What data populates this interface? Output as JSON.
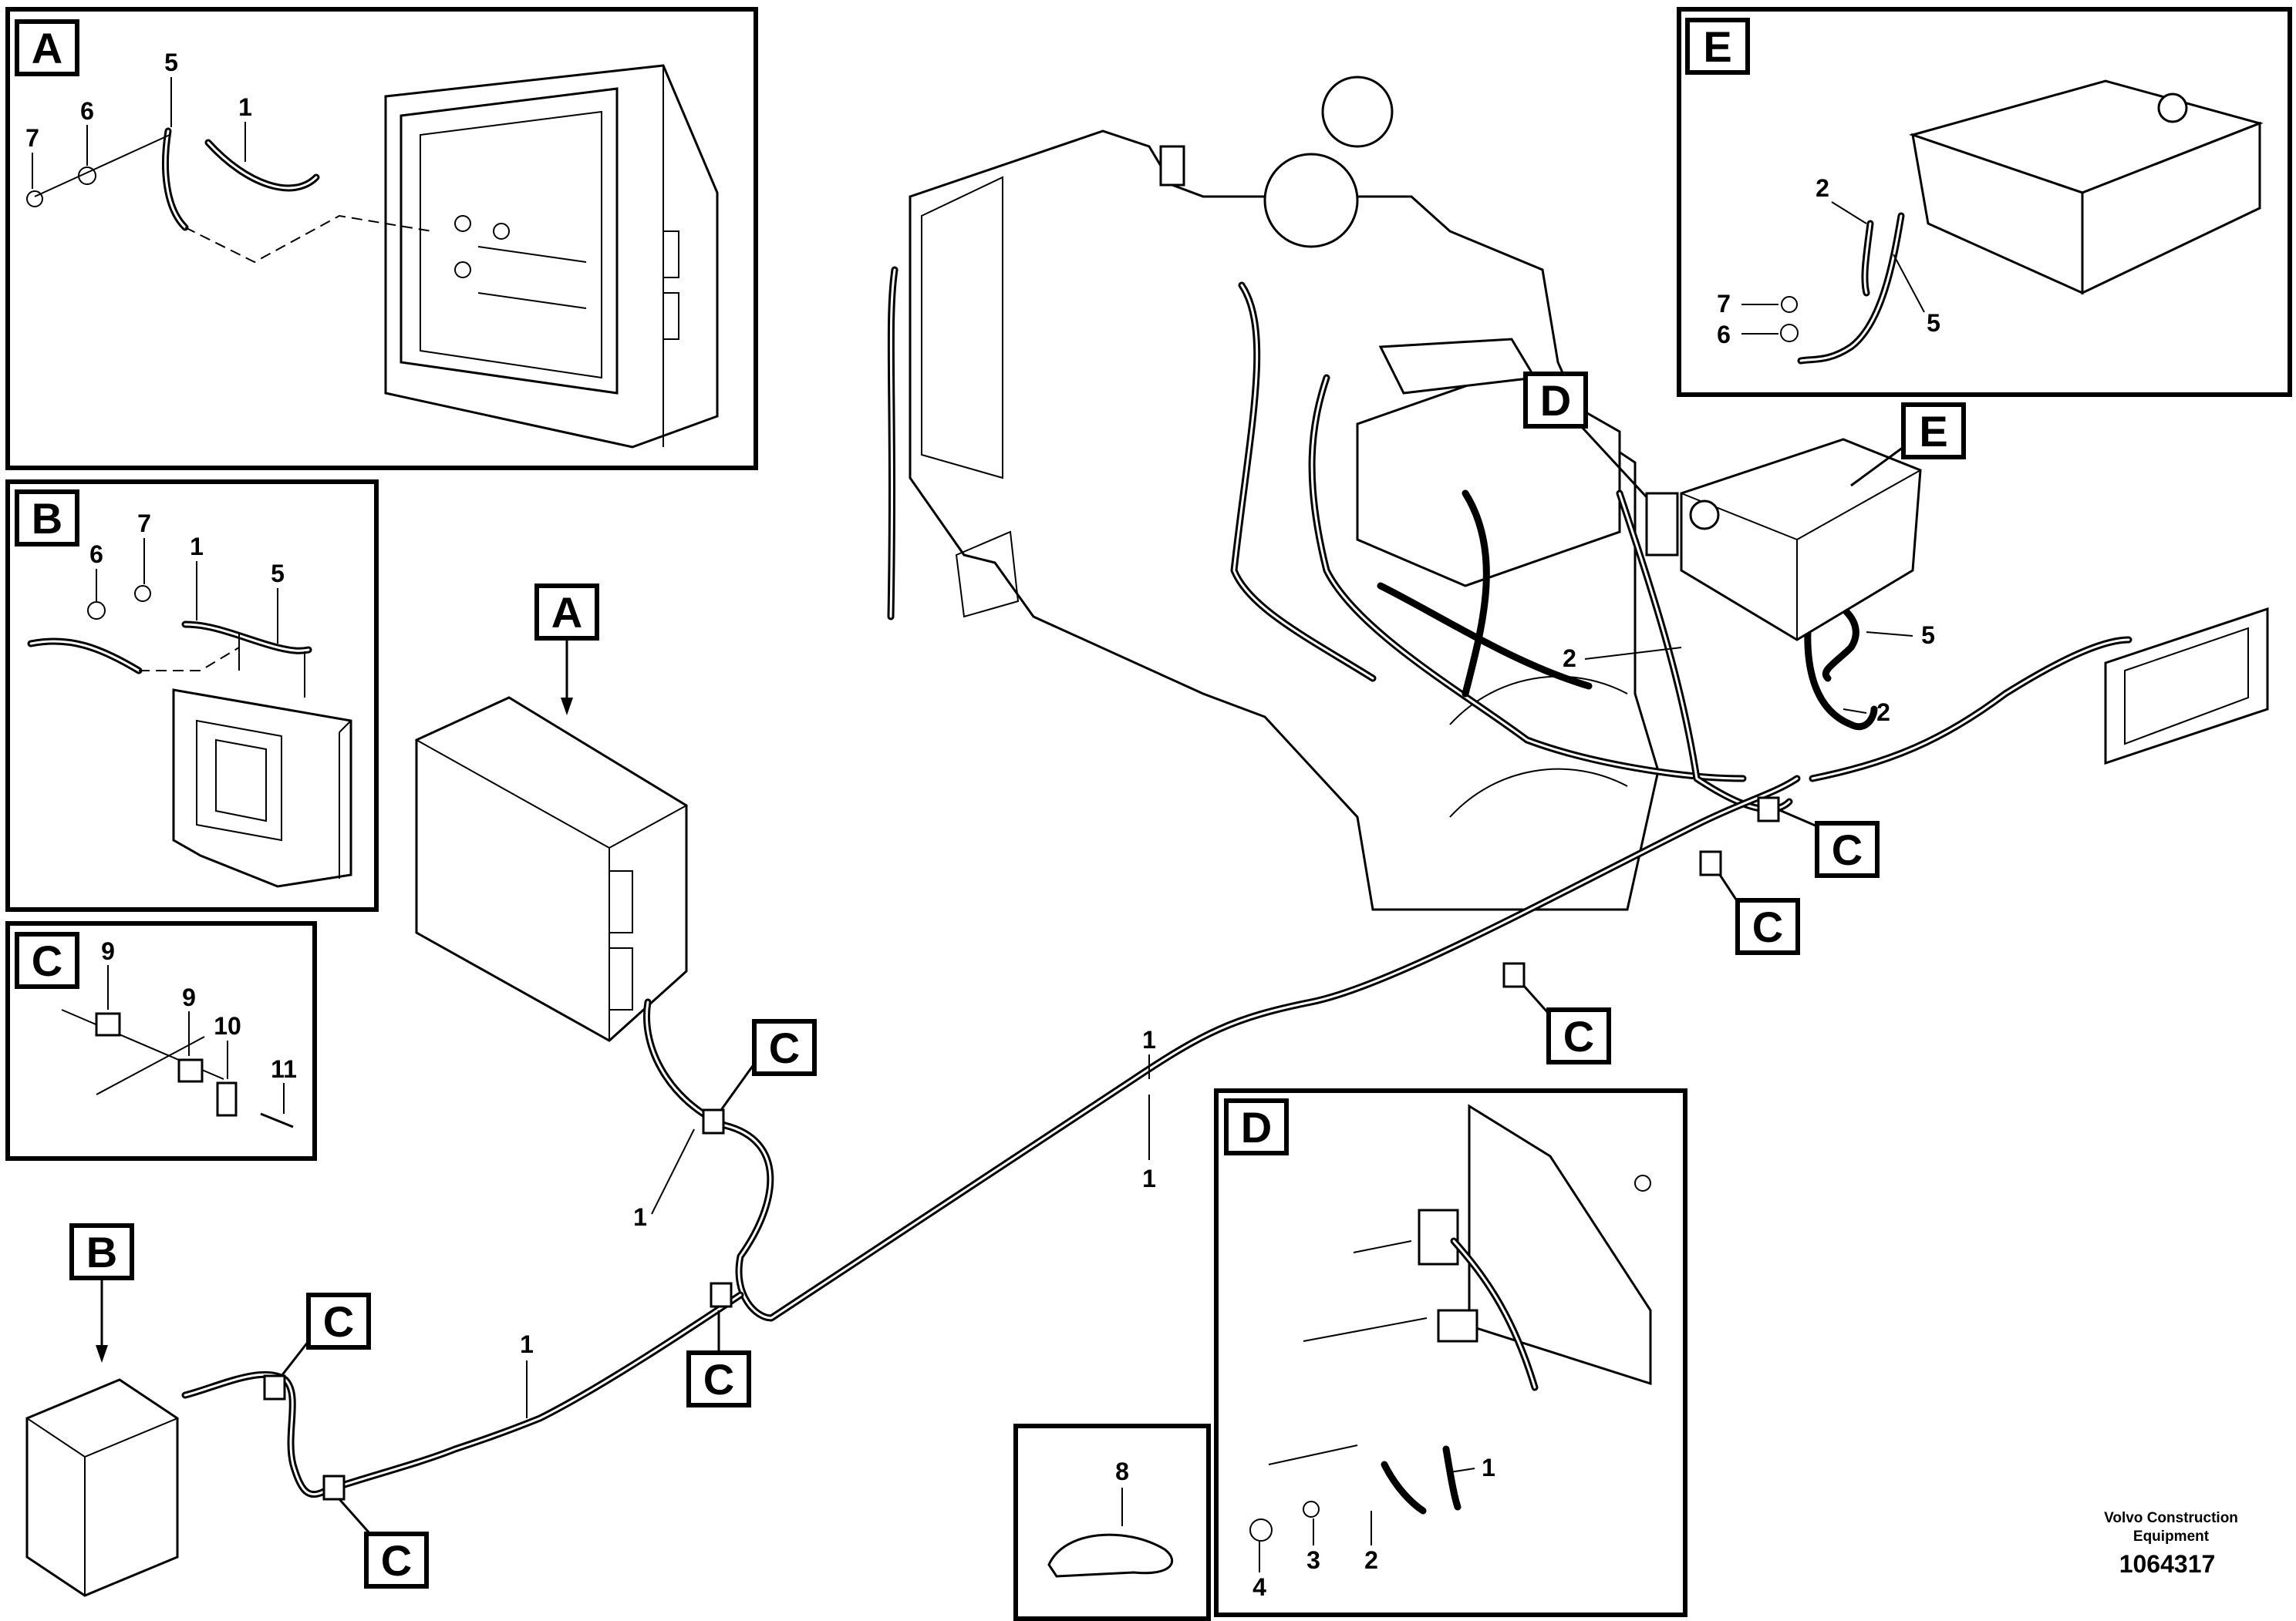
{
  "detail_letters": {
    "A": "A",
    "B": "B",
    "C": "C",
    "D": "D",
    "E": "E"
  },
  "part_numbers": {
    "n1": "1",
    "n2": "2",
    "n3": "3",
    "n4": "4",
    "n5": "5",
    "n6": "6",
    "n7": "7",
    "n8": "8",
    "n9": "9",
    "n10": "10",
    "n11": "11"
  },
  "footer": {
    "brand_line1": "Volvo Construction",
    "brand_line2": "Equipment",
    "drawing_number": "1064317"
  }
}
